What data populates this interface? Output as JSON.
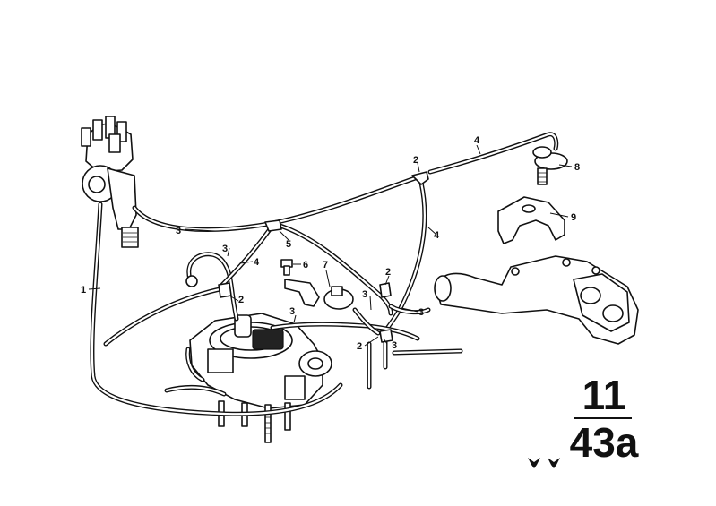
{
  "callouts": {
    "c1": "1",
    "c2a": "2",
    "c2b": "2",
    "c2c": "2",
    "c2d": "2",
    "c3a": "3",
    "c3b": "3",
    "c3c": "3",
    "c3d": "3",
    "c3e": "3",
    "c3f": "3",
    "c4a": "4",
    "c4b": "4",
    "c4c": "4",
    "c5": "5",
    "c6": "6",
    "c7": "7",
    "c8": "8",
    "c9": "9"
  },
  "section": {
    "major": "11",
    "minor": "43a"
  },
  "marks": {
    "stars": "star-marks-icon"
  }
}
